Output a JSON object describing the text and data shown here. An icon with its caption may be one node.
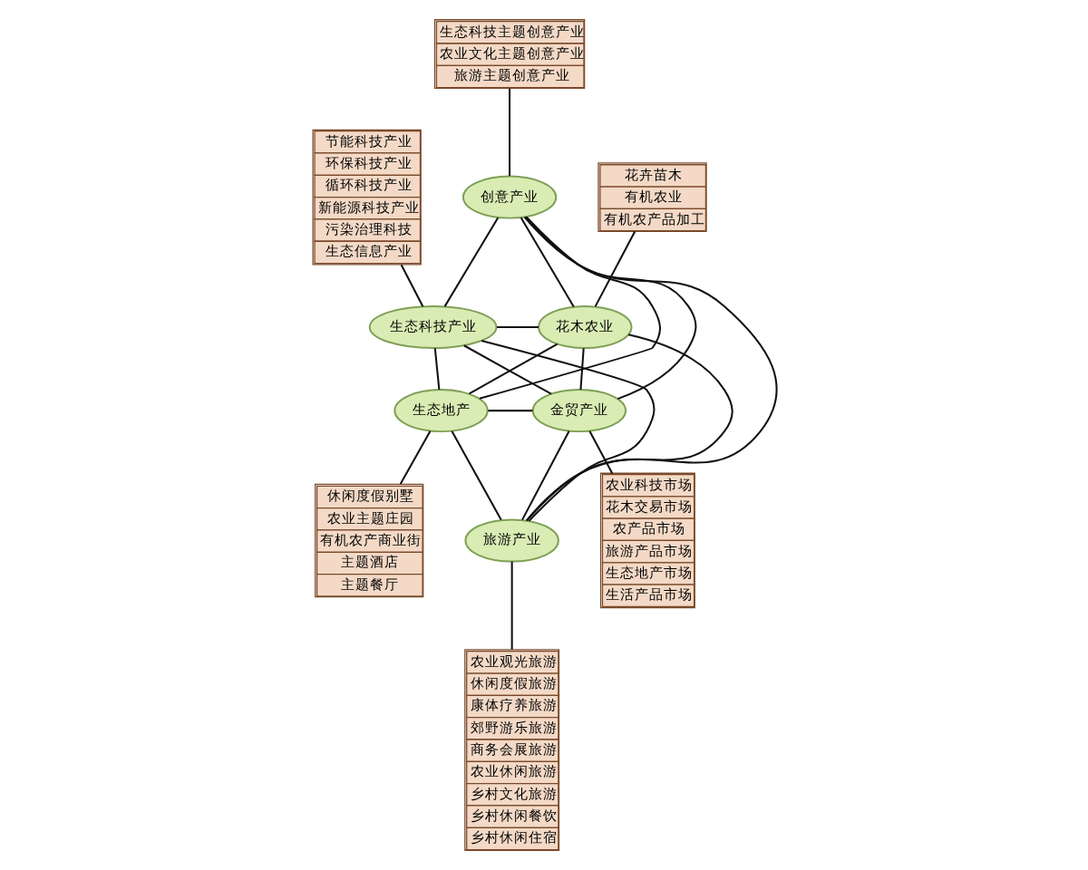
{
  "diagram": {
    "nodes": [
      {
        "text": [
          "生态科技主题创意产业",
          "农业文化主题创意产业",
          "旅游主题创意产业"
        ]
      },
      {
        "text": [
          "节能科技产业",
          "环保科技产业",
          "循环科技产业",
          "新能源科技产业",
          "污染治理科技",
          "生态信息产业"
        ]
      },
      {
        "text": [
          "创意产业"
        ]
      },
      {
        "text": [
          "花卉苗木",
          "有机农业",
          "有机农产品加工"
        ]
      },
      {
        "text": [
          "生态科技产业"
        ]
      },
      {
        "text": [
          "花木农业"
        ]
      },
      {
        "text": [
          "生态地产"
        ]
      },
      {
        "text": [
          "金贸产业"
        ]
      },
      {
        "text": [
          "休闲度假别墅",
          "农业主题庄园",
          "有机农产商业街",
          "主题酒店",
          "主题餐厅"
        ]
      },
      {
        "text": [
          "农业科技市场",
          "花木交易市场",
          "农产品市场",
          "旅游产品市场",
          "生态地产市场",
          "生活产品市场"
        ]
      },
      {
        "text": [
          "旅游产业"
        ]
      },
      {
        "text": [
          "农业观光旅游",
          "休闲度假旅游",
          "康体疗养旅游",
          "郊野游乐旅游",
          "商务会展旅游",
          "农业休闲旅游",
          "乡村文化旅游",
          "乡村休闲餐饮",
          "乡村休闲住宿"
        ]
      }
    ],
    "edges": [
      {
        "from": 0,
        "to": 2,
        "arrow": "none"
      },
      {
        "from": 1,
        "to": 4,
        "arrow": "none"
      },
      {
        "from": 3,
        "to": 5,
        "arrow": "none"
      },
      {
        "from": 2,
        "to": 4,
        "arrow": "none"
      },
      {
        "from": 2,
        "to": 5,
        "arrow": "none"
      },
      {
        "from": 2,
        "to": 6,
        "arrow": "none"
      },
      {
        "from": 2,
        "to": 7,
        "arrow": "none"
      },
      {
        "from": 2,
        "to": 10,
        "arrow": "none"
      },
      {
        "from": 4,
        "to": 5,
        "arrow": "none"
      },
      {
        "from": 4,
        "to": 6,
        "arrow": "none"
      },
      {
        "from": 4,
        "to": 7,
        "arrow": "none"
      },
      {
        "from": 4,
        "to": 10,
        "arrow": "none"
      },
      {
        "from": 5,
        "to": 6,
        "arrow": "none"
      },
      {
        "from": 5,
        "to": 7,
        "arrow": "none"
      },
      {
        "from": 5,
        "to": 10,
        "arrow": "none"
      },
      {
        "from": 6,
        "to": 7,
        "arrow": "none"
      },
      {
        "from": 6,
        "to": 10,
        "arrow": "none"
      },
      {
        "from": 7,
        "to": 10,
        "arrow": "none"
      },
      {
        "from": 6,
        "to": 8,
        "arrow": "none"
      },
      {
        "from": 7,
        "to": 9,
        "arrow": "none"
      },
      {
        "from": 10,
        "to": 11,
        "arrow": "none"
      }
    ]
  }
}
